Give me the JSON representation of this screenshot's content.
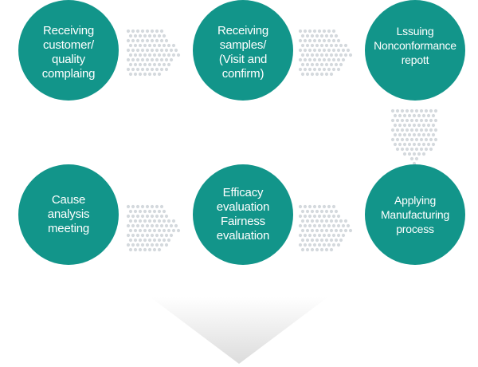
{
  "steps": [
    {
      "id": "receiving-complaint",
      "label": "Receiving\ncustomer/\nquality\ncomplaing"
    },
    {
      "id": "receiving-samples",
      "label": "Receiving\nsamples/\n(Visit and\nconfirm)"
    },
    {
      "id": "issuing-report",
      "label": "Lssuing\nNonconformance\nrepott"
    },
    {
      "id": "cause-analysis",
      "label": "Cause\nanalysis\nmeeting"
    },
    {
      "id": "efficacy-evaluation",
      "label": "Efficacy\nevaluation\nFairness\nevaluation"
    },
    {
      "id": "applying-process",
      "label": "Applying\nManufacturing\nprocess"
    }
  ],
  "colors": {
    "circle_fill": "#12958a",
    "label_text": "#ffffff",
    "connector_dots": "#d4d9dd",
    "final_arrow": "#e2e2e2"
  },
  "icons": {
    "connector": "dotted-chevron-arrow-icon",
    "final": "down-arrow-icon"
  }
}
